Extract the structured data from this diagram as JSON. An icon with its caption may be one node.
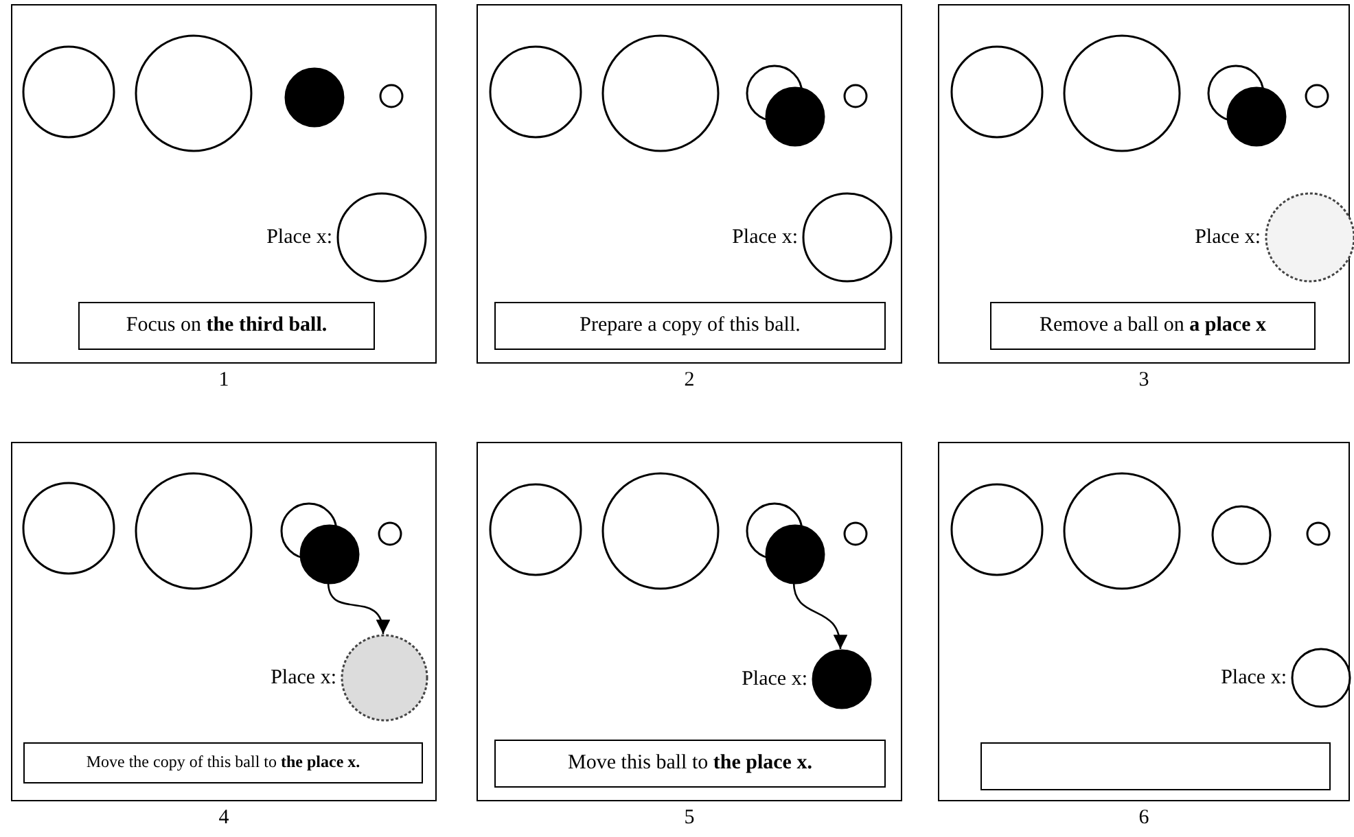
{
  "diagram": {
    "nodes": [
      {
        "text": [],
        "shape": "box",
        "beside": [
          "1"
        ]
      },
      {
        "text": [],
        "shape": "circle",
        "in": 0
      },
      {
        "text": [],
        "shape": "circle",
        "in": 0
      },
      {
        "text": [],
        "shape": "circle",
        "in": 0
      },
      {
        "text": [],
        "shape": "circle",
        "in": 0
      },
      {
        "text": [],
        "shape": "circle",
        "in": 0,
        "beside": [
          "Place x:"
        ]
      },
      {
        "text": [
          "Focus on  **the third ball.**"
        ],
        "in": 0
      },
      {
        "text": [],
        "shape": "box",
        "beside": [
          "2"
        ]
      },
      {
        "text": [],
        "shape": "circle",
        "in": 7
      },
      {
        "text": [],
        "shape": "circle",
        "in": 7
      },
      {
        "text": [],
        "shape": "circle",
        "in": 7
      },
      {
        "text": [],
        "shape": "circle",
        "in": 7
      },
      {
        "text": [],
        "shape": "circle",
        "in": 7
      },
      {
        "text": [],
        "shape": "circle",
        "in": 7,
        "beside": [
          "Place x:"
        ]
      },
      {
        "text": [
          "Prepare a copy of this ball."
        ],
        "in": 7
      },
      {
        "text": [],
        "shape": "box",
        "beside": [
          "3"
        ]
      },
      {
        "text": [],
        "shape": "circle",
        "in": 15
      },
      {
        "text": [],
        "shape": "circle",
        "in": 15
      },
      {
        "text": [],
        "shape": "circle",
        "in": 15
      },
      {
        "text": [],
        "shape": "circle",
        "in": 15
      },
      {
        "text": [],
        "shape": "circle",
        "in": 15
      },
      {
        "text": [],
        "shape": "circle",
        "in": 15,
        "beside": [
          "Place x:"
        ]
      },
      {
        "text": [
          "Remove a ball on **a place x**"
        ],
        "in": 15
      },
      {
        "text": [],
        "shape": "box",
        "beside": [
          "4"
        ]
      },
      {
        "text": [],
        "shape": "circle",
        "in": 23
      },
      {
        "text": [],
        "shape": "circle",
        "in": 23
      },
      {
        "text": [],
        "shape": "circle",
        "in": 23
      },
      {
        "text": [],
        "shape": "circle",
        "in": 23
      },
      {
        "text": [],
        "shape": "circle",
        "in": 23
      },
      {
        "text": [],
        "shape": "circle",
        "in": 23,
        "beside": [
          "Place x:"
        ]
      },
      {
        "text": [
          "Move the copy of this ball to **the place x.**"
        ],
        "in": 23
      },
      {
        "text": [],
        "shape": "box",
        "beside": [
          "5"
        ]
      },
      {
        "text": [],
        "shape": "circle",
        "in": 31
      },
      {
        "text": [],
        "shape": "circle",
        "in": 31
      },
      {
        "text": [],
        "shape": "circle",
        "in": 31
      },
      {
        "text": [],
        "shape": "circle",
        "in": 31
      },
      {
        "text": [],
        "shape": "circle",
        "in": 31
      },
      {
        "text": [],
        "shape": "circle",
        "in": 31,
        "beside": [
          "Place x:"
        ]
      },
      {
        "text": [
          "Move this ball to **the place x.**"
        ],
        "in": 31
      },
      {
        "text": [],
        "shape": "box",
        "beside": [
          "6"
        ]
      },
      {
        "text": [],
        "shape": "circle",
        "in": 39
      },
      {
        "text": [],
        "shape": "circle",
        "in": 39
      },
      {
        "text": [],
        "shape": "circle",
        "in": 39
      },
      {
        "text": [],
        "shape": "circle",
        "in": 39
      },
      {
        "text": [],
        "shape": "circle",
        "in": 39,
        "beside": [
          "Place x:"
        ]
      },
      {
        "text": [],
        "shape": "box",
        "in": 39
      }
    ],
    "edges": [
      {
        "from": 27,
        "to": 29,
        "arrow": "to"
      },
      {
        "from": 35,
        "to": 37,
        "arrow": "to"
      }
    ]
  }
}
